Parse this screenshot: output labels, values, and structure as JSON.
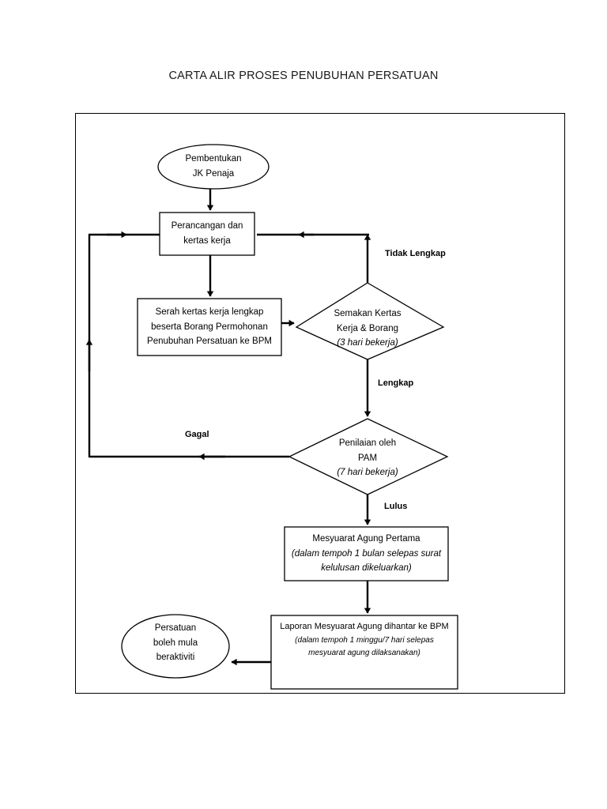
{
  "document": {
    "title": "CARTA ALIR PROSES PENUBUHAN PERSATUAN",
    "language": "ms",
    "border_color": "#000000",
    "background_color": "#ffffff",
    "line_color": "#000000"
  },
  "chart_data": {
    "type": "diagram",
    "diagram_kind": "flowchart",
    "title": "CARTA ALIR PROSES PENUBUHAN PERSATUAN",
    "orientation": "top-to-bottom",
    "nodes": [
      {
        "id": "n1",
        "shape": "ellipse",
        "role": "start",
        "lines": [
          "Pembentukan",
          "JK Penaja"
        ],
        "italic_lines": []
      },
      {
        "id": "n2",
        "shape": "rectangle",
        "role": "process",
        "lines": [
          "Perancangan dan",
          "kertas kerja"
        ],
        "italic_lines": []
      },
      {
        "id": "n3",
        "shape": "rectangle",
        "role": "process",
        "lines": [
          "Serah kertas kerja lengkap",
          "beserta Borang Permohonan",
          "Penubuhan Persatuan ke BPM"
        ],
        "italic_lines": []
      },
      {
        "id": "n4",
        "shape": "diamond",
        "role": "decision",
        "lines": [
          "Semakan Kertas",
          "Kerja & Borang",
          "(3 hari bekerja)"
        ],
        "italic_lines": [
          2
        ]
      },
      {
        "id": "n5",
        "shape": "diamond",
        "role": "decision",
        "lines": [
          "Penilaian oleh",
          "PAM",
          "(7 hari bekerja)"
        ],
        "italic_lines": [
          2
        ]
      },
      {
        "id": "n6",
        "shape": "rectangle",
        "role": "process",
        "lines": [
          "Mesyuarat Agung Pertama",
          "(dalam tempoh 1 bulan selepas surat",
          "kelulusan dikeluarkan)"
        ],
        "italic_lines": [
          1,
          2
        ]
      },
      {
        "id": "n7",
        "shape": "rectangle",
        "role": "process",
        "lines": [
          "Laporan Mesyuarat Agung dihantar ke BPM",
          "(dalam tempoh 1 minggu/7 hari  selepas",
          "mesyuarat agung dilaksanakan)"
        ],
        "italic_lines": [
          1,
          2
        ]
      },
      {
        "id": "n8",
        "shape": "ellipse",
        "role": "end",
        "lines": [
          "Persatuan",
          "boleh mula",
          "beraktiviti"
        ],
        "italic_lines": []
      }
    ],
    "edges": [
      {
        "id": "e1",
        "from": "n1",
        "to": "n2",
        "label": ""
      },
      {
        "id": "e2",
        "from": "n2",
        "to": "n3",
        "label": ""
      },
      {
        "id": "e3",
        "from": "n3",
        "to": "n4",
        "label": ""
      },
      {
        "id": "e4",
        "from": "n4",
        "to": "n2",
        "label": "Tidak Lengkap"
      },
      {
        "id": "e5",
        "from": "n4",
        "to": "n5",
        "label": "Lengkap"
      },
      {
        "id": "e6",
        "from": "n5",
        "to": "n2",
        "label": "Gagal"
      },
      {
        "id": "e7",
        "from": "n5",
        "to": "n6",
        "label": "Lulus"
      },
      {
        "id": "e8",
        "from": "n6",
        "to": "n7",
        "label": ""
      },
      {
        "id": "e9",
        "from": "n7",
        "to": "n8",
        "label": ""
      }
    ]
  },
  "nodes": {
    "n1": {
      "l0": "Pembentukan",
      "l1": "JK Penaja"
    },
    "n2": {
      "l0": "Perancangan dan",
      "l1": "kertas kerja"
    },
    "n3": {
      "l0": "Serah kertas kerja lengkap",
      "l1": "beserta Borang Permohonan",
      "l2": "Penubuhan Persatuan ke BPM"
    },
    "n4": {
      "l0": "Semakan Kertas",
      "l1": "Kerja & Borang",
      "l2": "(3 hari bekerja)"
    },
    "n5": {
      "l0": "Penilaian oleh",
      "l1": "PAM",
      "l2": "(7 hari bekerja)"
    },
    "n6": {
      "l0": "Mesyuarat Agung Pertama",
      "l1": "(dalam tempoh 1 bulan selepas surat",
      "l2": "kelulusan dikeluarkan)"
    },
    "n7": {
      "l0": "Laporan Mesyuarat Agung dihantar ke BPM",
      "l1": "(dalam tempoh 1 minggu/7 hari  selepas",
      "l2": "mesyuarat agung dilaksanakan)"
    },
    "n8": {
      "l0": "Persatuan",
      "l1": "boleh mula",
      "l2": "beraktiviti"
    }
  },
  "edge_labels": {
    "tidak_lengkap": "Tidak Lengkap",
    "lengkap": "Lengkap",
    "gagal": "Gagal",
    "lulus": "Lulus"
  }
}
